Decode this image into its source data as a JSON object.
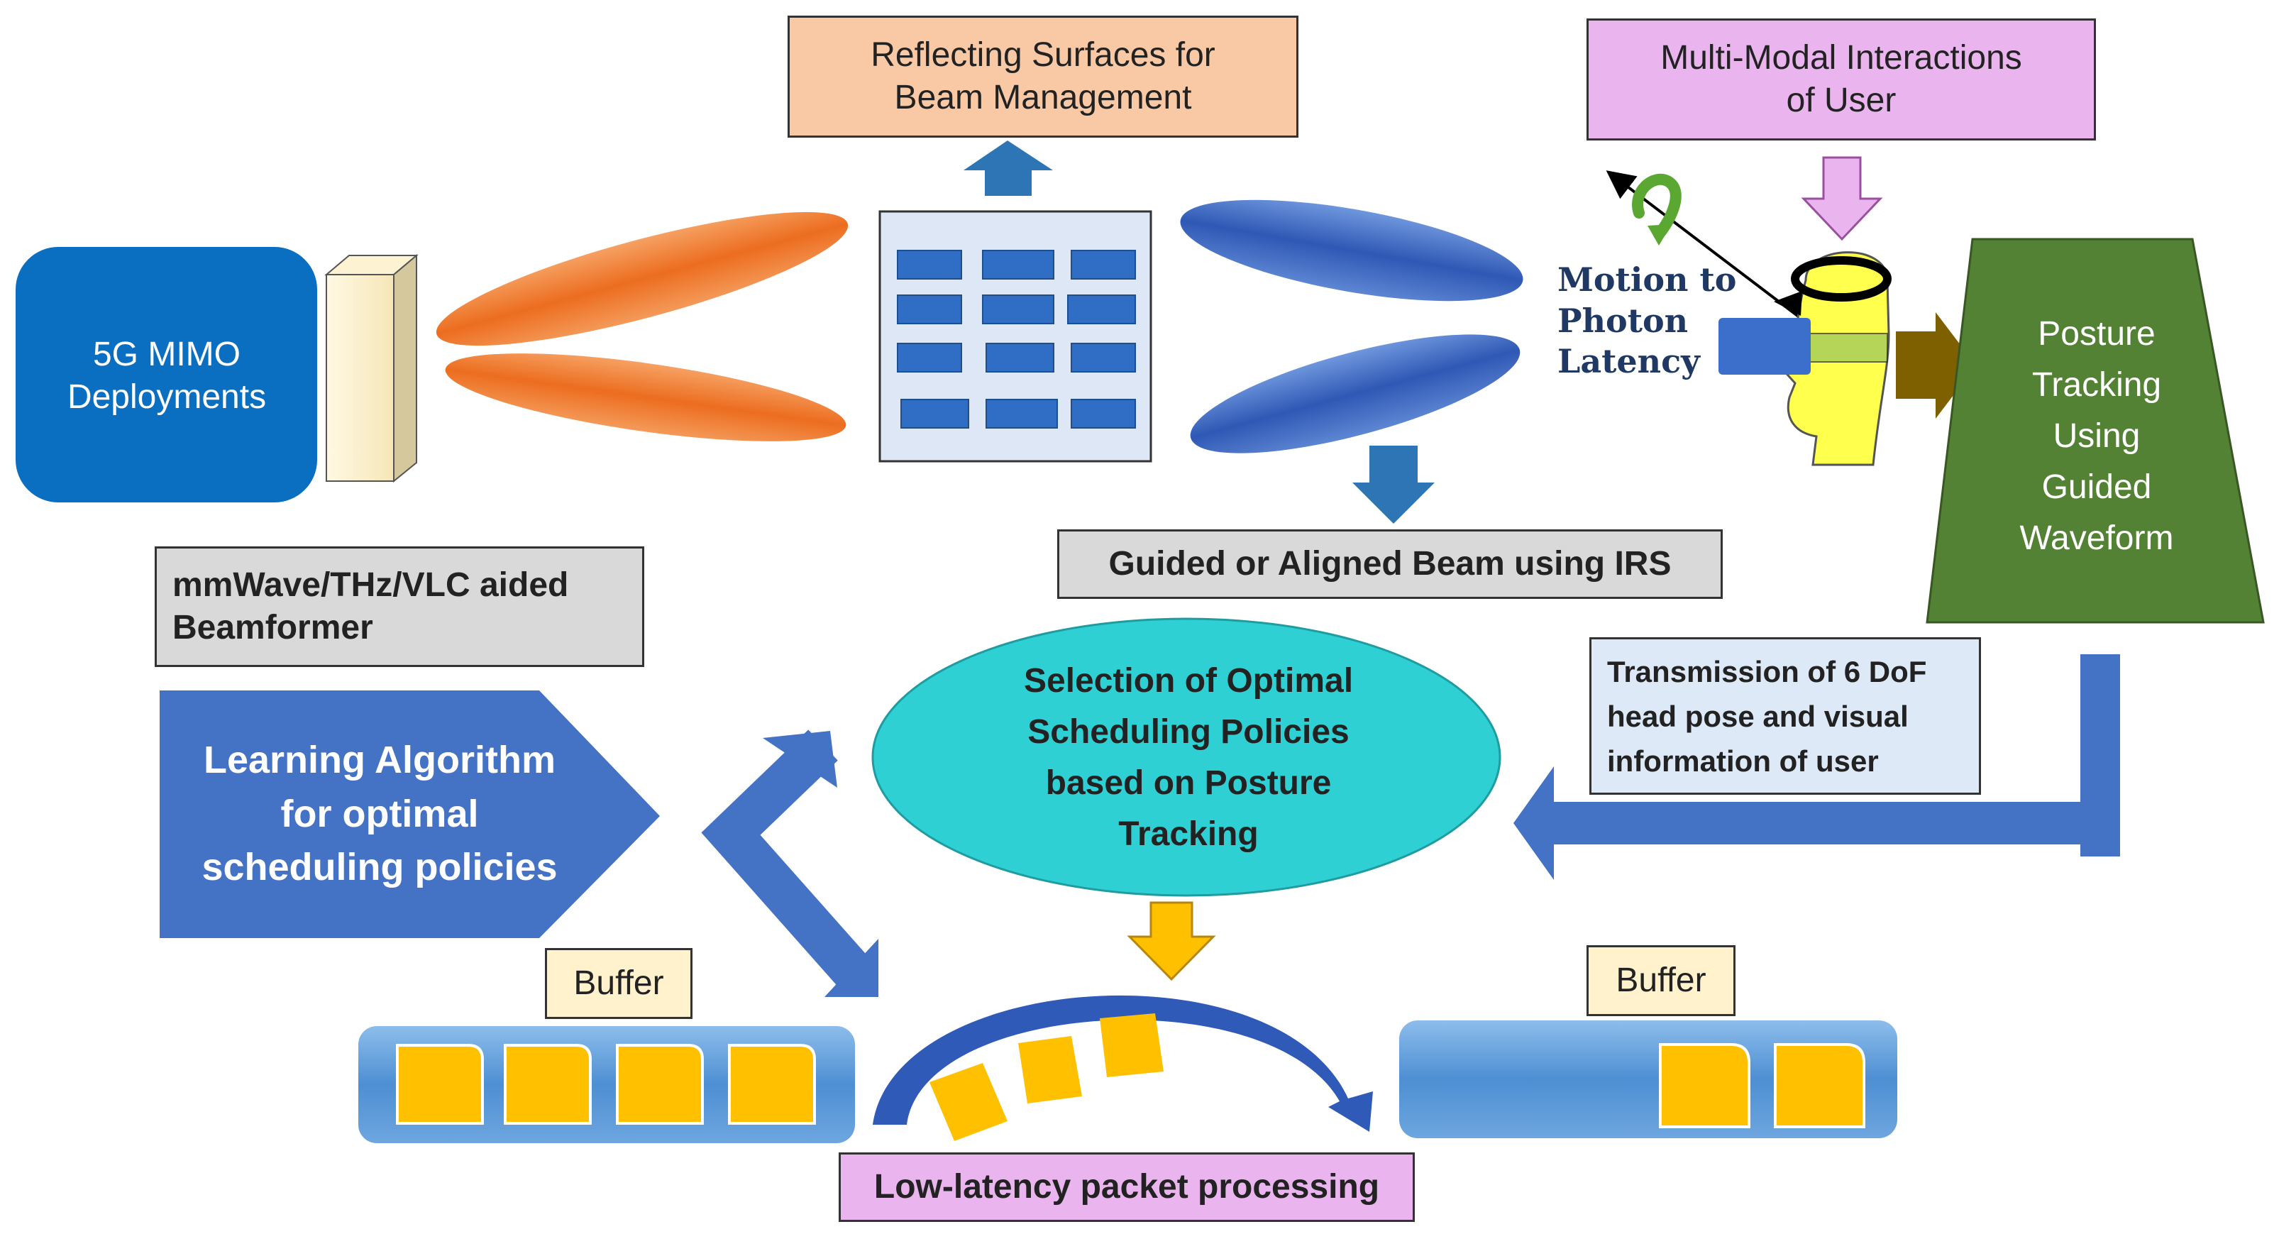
{
  "labels": {
    "mimo": "5G MIMO\nDeployments",
    "reflecting": "Reflecting Surfaces for\nBeam Management",
    "multimodal": "Multi-Modal Interactions\nof User",
    "motion": "Motion to\nPhoton\nLatency",
    "posture": "Posture\nTracking\nUsing\nGuided\nWaveform",
    "guided_beam": "Guided or Aligned Beam using IRS",
    "beamformer": "mmWave/THz/VLC aided\nBeamformer",
    "transmission": "Transmission  of  6 DoF\nhead pose and visual\ninformation  of user",
    "selection": "Selection of Optimal\nScheduling Policies\nbased on Posture\nTracking",
    "learning": "Learning Algorithm\nfor optimal\nscheduling policies",
    "buffer_left": "Buffer",
    "buffer_right": "Buffer",
    "low_latency": "Low-latency packet processing"
  },
  "colors": {
    "mimo_box": "#0b6fc1",
    "orange_beam": "#ee7a2e",
    "blue_beam": "#3a65c2",
    "irs_panel": "#dde7f5",
    "irs_cell": "#2f6ec4",
    "reflecting_box": "#f9c9a5",
    "multimodal_box": "#eab5ee",
    "beamformer_box": "#d9d9d9",
    "guided_box": "#d9d9d9",
    "transmission_box": "#dde9f6",
    "posture_trap": "#548235",
    "selection_ellipse": "#2fd0d3",
    "learning_pentagon": "#4472c4",
    "buffer_label": "#fff2cc",
    "low_latency_box": "#eab5ee",
    "packet": "#ffc000",
    "buffer_bar": "#5b9bd5",
    "motion_text": "#1f3864"
  }
}
